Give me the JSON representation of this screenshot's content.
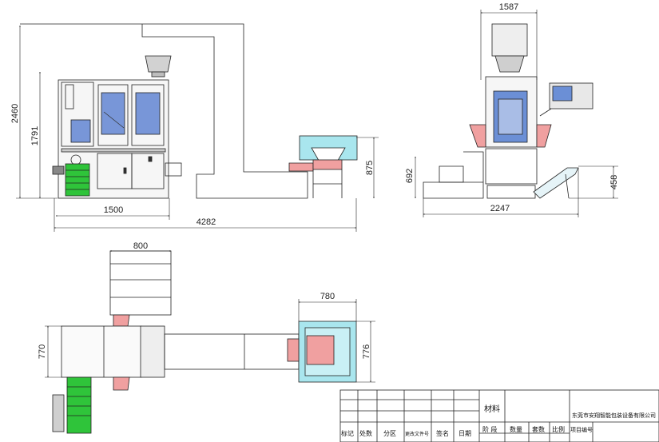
{
  "front_view": {
    "dim_total_height": "2460",
    "dim_machine_height": "1791",
    "dim_machine_width": "1500",
    "dim_overall_length": "4282",
    "dim_conveyor_height": "875"
  },
  "side_view": {
    "dim_top_width": "1587",
    "dim_platform_height": "692",
    "dim_base_width": "2247",
    "dim_outlet_height": "458"
  },
  "top_view": {
    "dim_hopper_width": "800",
    "dim_machine_depth": "770",
    "dim_bin_width": "780",
    "dim_bin_depth": "776"
  },
  "title_block": {
    "material_label": "材料",
    "company": "东莞市安翔智能包装设备有限公司",
    "headers": [
      "标记",
      "处数",
      "分区",
      "更改文件号",
      "签名",
      "日期"
    ],
    "stage_label": "阶 段",
    "quantity_label": "数量",
    "set_count_label": "套数",
    "scale_label": "比例",
    "project_no_label": "项目编号"
  },
  "colors": {
    "line": "#222222",
    "panel_blue": "#6b8fd6",
    "conveyor_green": "#2fc43a",
    "hopper_gray": "#b8b8b8",
    "salmon": "#f0a0a0",
    "bin_cyan": "#a9e6ee"
  }
}
